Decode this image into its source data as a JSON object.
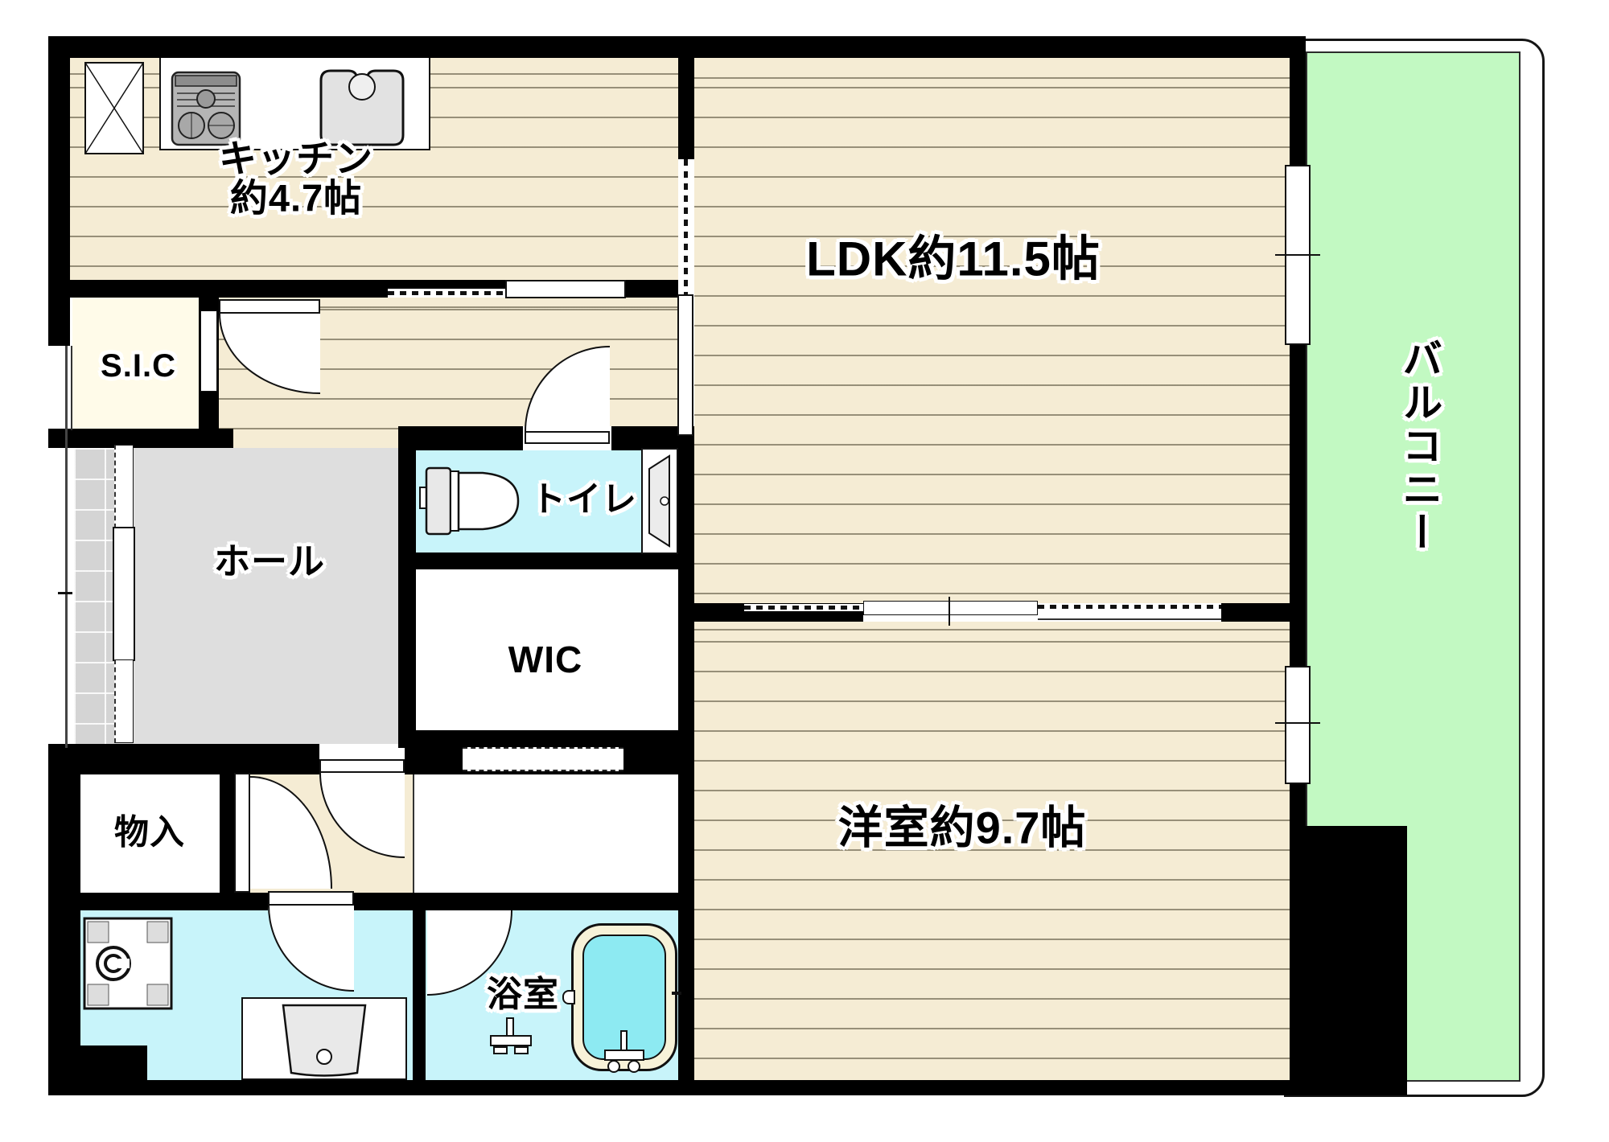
{
  "floor_plan": {
    "type": "apartment-floor-plan",
    "rooms": {
      "kitchen": {
        "name_line": "キッチン",
        "size_line": "約4.7帖"
      },
      "ldk": {
        "label": "LDK約11.5帖"
      },
      "shoe_closet": {
        "label": "S.I.C"
      },
      "toilet": {
        "label": "トイレ"
      },
      "hall": {
        "label": "ホール"
      },
      "walk_in_closet": {
        "label": "WIC"
      },
      "storage": {
        "label": "物入"
      },
      "western_room": {
        "label": "洋室約9.7帖"
      },
      "bathroom": {
        "label": "浴室"
      },
      "balcony": {
        "label": "バルコニー"
      }
    },
    "colors": {
      "wall": "#000000",
      "wood_floor": "#f5ecd4",
      "hall_floor": "#dedede",
      "wet_area_floor": "#c8f4fa",
      "shoe_closet_floor": "#fffbe9",
      "balcony": "#c2f9c2",
      "bathtub_water": "#8deaf2"
    }
  }
}
